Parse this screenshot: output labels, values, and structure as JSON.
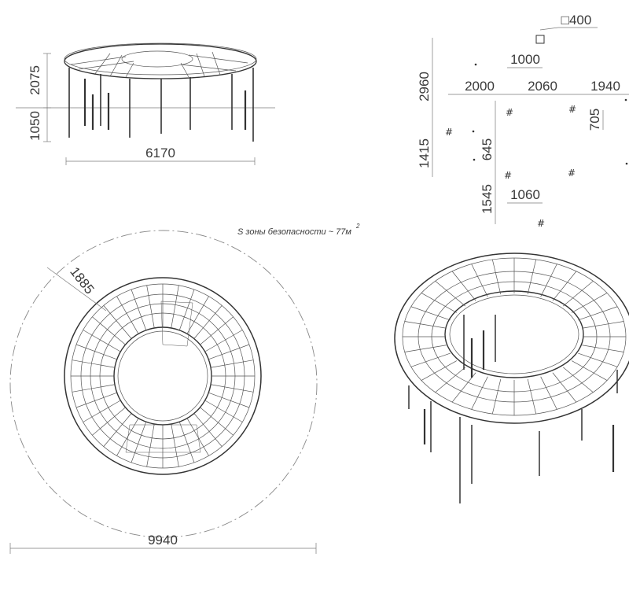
{
  "side_view": {
    "height_top": "2075",
    "height_bottom": "1050",
    "width": "6170"
  },
  "foundation_plan": {
    "post_size": "□400",
    "offset_top": "1000",
    "spacing_left": "2000",
    "spacing_middle": "2060",
    "spacing_right": "1940",
    "height_total": "2960",
    "height_right": "705",
    "height_left_a": "1415",
    "height_mid_a": "645",
    "height_left_b": "1545",
    "spacing_bottom": "1060"
  },
  "plan_view": {
    "safety_zone_note": "S зоны безопасности ~ 77м",
    "safety_zone_sup": "2",
    "radius": "1885",
    "diameter": "9940"
  },
  "colors": {
    "line": "#333333",
    "text": "#3a3a3a"
  }
}
